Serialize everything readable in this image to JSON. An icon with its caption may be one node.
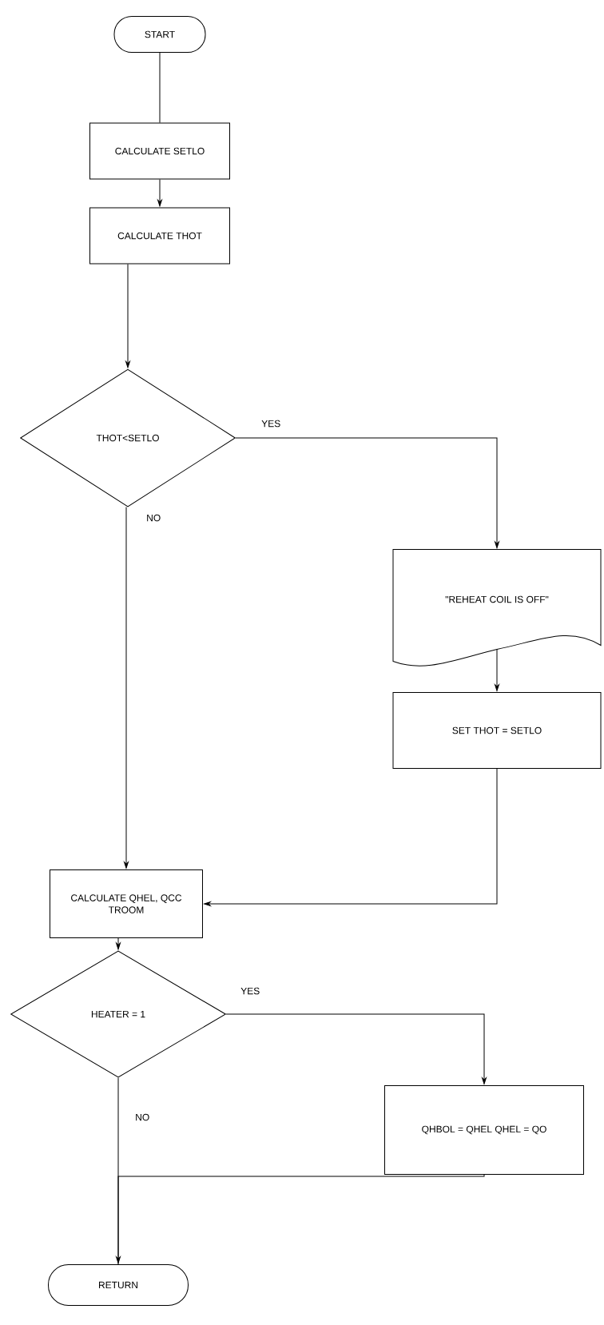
{
  "diagram": {
    "nodes": [
      {
        "text": [
          "START"
        ]
      },
      {
        "text": [
          "CALCULATE SETLO"
        ]
      },
      {
        "text": [
          "CALCULATE THOT"
        ]
      },
      {
        "text": [
          "THOT<SETLO"
        ]
      },
      {
        "text": [
          "\"REHEAT COIL IS OFF\""
        ]
      },
      {
        "text": [
          "SET THOT = SETLO"
        ]
      },
      {
        "text": [
          "CALCULATE QHEL, QCC TROOM"
        ]
      },
      {
        "text": [
          "HEATER = 1"
        ]
      },
      {
        "text": [
          "QHBOL = QHEL QHEL = QO"
        ]
      },
      {
        "text": [
          "RETURN"
        ]
      }
    ],
    "edges": [
      {
        "from": 0,
        "to": 1,
        "arrow": "none"
      },
      {
        "from": 1,
        "to": 2,
        "arrow": "to"
      },
      {
        "from": 2,
        "to": 3,
        "arrow": "to"
      },
      {
        "from": 3,
        "to": 4,
        "arrow": "to",
        "label": "YES"
      },
      {
        "from": 3,
        "to": 6,
        "arrow": "to",
        "label": "NO"
      },
      {
        "from": 4,
        "to": 5,
        "arrow": "to"
      },
      {
        "from": 5,
        "to": 6,
        "arrow": "to"
      },
      {
        "from": 6,
        "to": 7,
        "arrow": "to"
      },
      {
        "from": 7,
        "to": 8,
        "arrow": "to",
        "label": "YES"
      },
      {
        "from": 7,
        "to": 9,
        "arrow": "none",
        "label": "NO"
      },
      {
        "from": 8,
        "to": 9,
        "arrow": "to"
      }
    ]
  }
}
